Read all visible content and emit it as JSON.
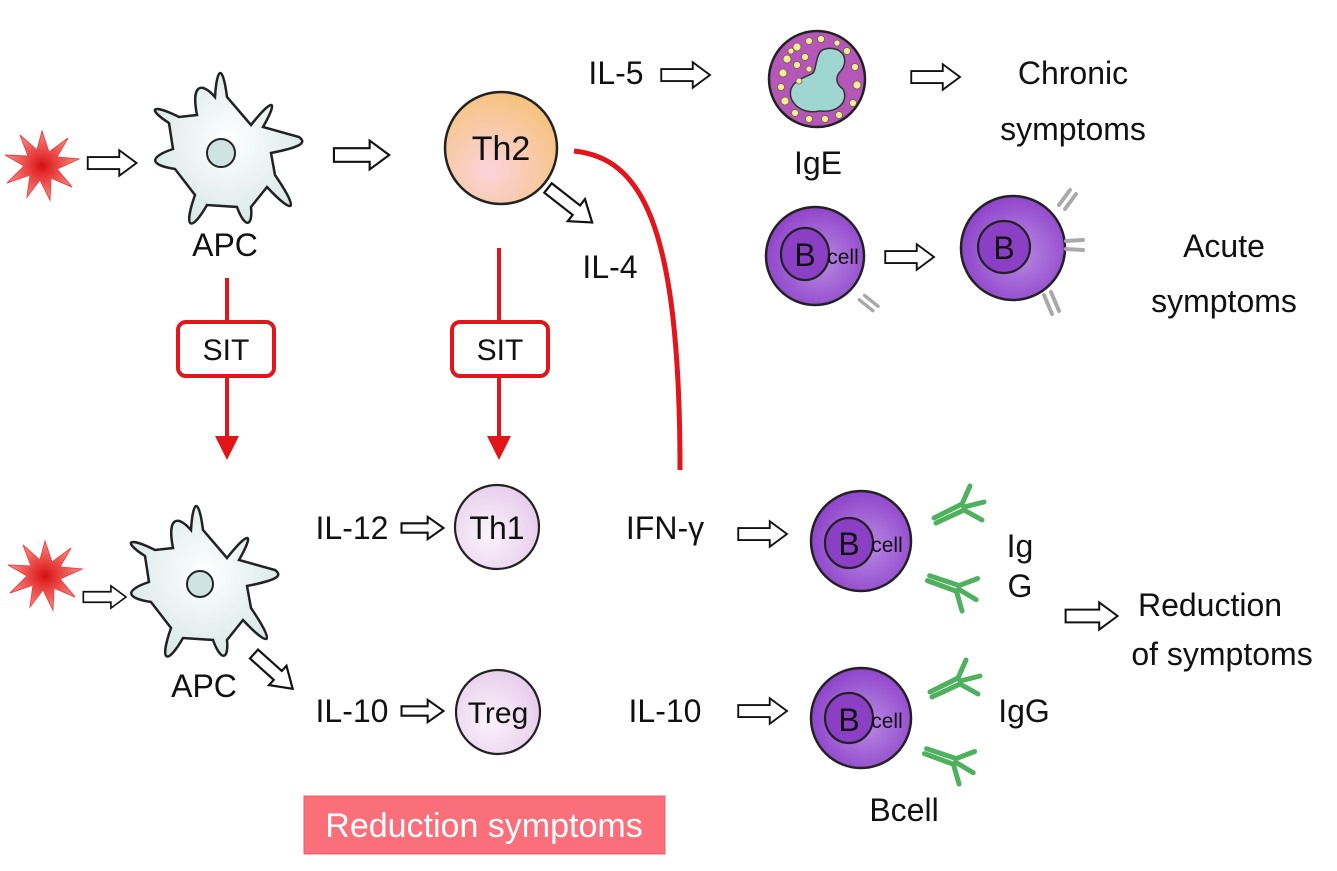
{
  "colors": {
    "sit_red": "#e3151b",
    "apc_fill": "#e6f0ef",
    "th2_fill": "#f7c48d",
    "th_pale_fill": "#eedaf0",
    "bcell_fill": "#9b4fd1",
    "eosinophil_fill": "#b557b8",
    "eosinophil_nucleus": "#9fd6d2",
    "granule_fill": "#f3ee9a",
    "antibody_green": "#4fb05e",
    "antibody_gray": "#a9a9a9",
    "banner_fill": "#fb6f7b",
    "allergen_fill": "#f06a6a"
  },
  "top_pathway": {
    "apc_label": "APC",
    "th2_label": "Th2",
    "il5_label": "IL-5",
    "il4_label": "IL-4",
    "ige_label": "IgE",
    "chronic_label_line1": "Chronic",
    "chronic_label_line2": "symptoms",
    "acute_label_line1": "Acute",
    "acute_label_line2": "symptoms",
    "bcell_b": "B",
    "bcell_cell": "cell",
    "activated_bcell_b": "B"
  },
  "sit": {
    "left_label": "SIT",
    "right_label": "SIT"
  },
  "bottom_pathway": {
    "apc_label": "APC",
    "il12_label": "IL-12",
    "th1_label": "Th1",
    "il10_left_label": "IL-10",
    "treg_label": "Treg",
    "ifng_label": "IFN-γ",
    "il10_right_label": "IL-10",
    "bcell_b": "B",
    "bcell_cell": "cell",
    "igg_split_line1": "Ig",
    "igg_split_line2": "G",
    "igg_label": "IgG",
    "bcell_caption": "Bcell",
    "reduction_line1": "Reduction",
    "reduction_line2": "of symptoms"
  },
  "banner": {
    "label": "Reduction symptoms"
  }
}
